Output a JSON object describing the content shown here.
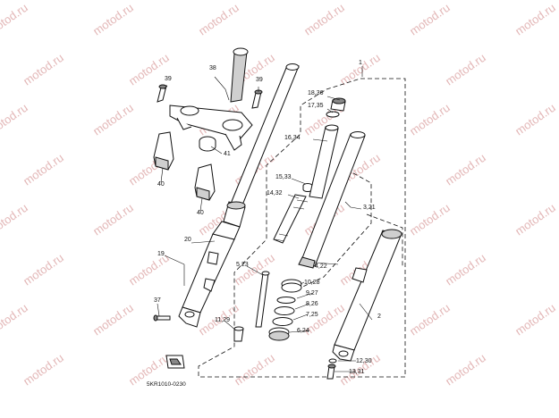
{
  "watermark": "motod.ru",
  "diagram_code": "5KR1010-0230",
  "callouts": [
    "1",
    "2",
    "3,21",
    "4,22",
    "5,23",
    "6,24",
    "7,25",
    "8,26",
    "9,27",
    "10,28",
    "11,29",
    "12,30",
    "13,31",
    "14,32",
    "15,33",
    "16,34",
    "17,35",
    "18,36",
    "19",
    "20",
    "37",
    "38",
    "39",
    "39",
    "40",
    "40",
    "41"
  ]
}
